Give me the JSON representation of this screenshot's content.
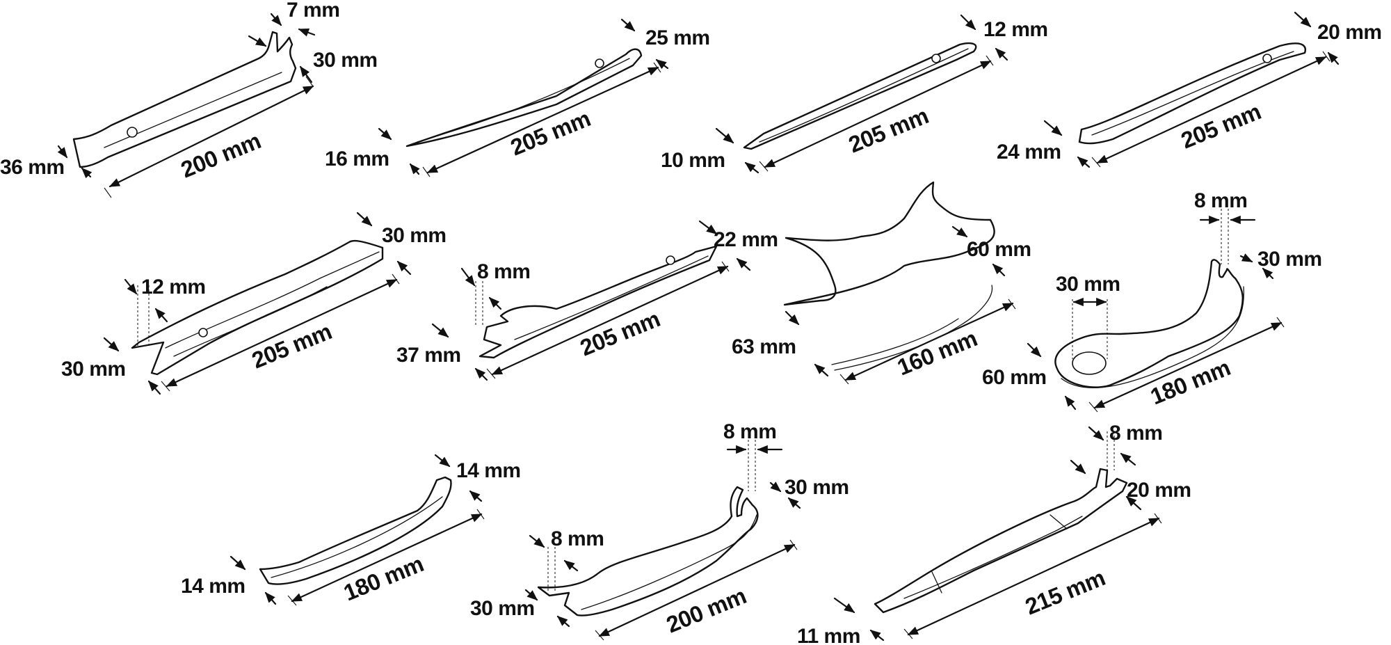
{
  "colors": {
    "line": "#111111",
    "fill": "#ffffff"
  },
  "tools": [
    {
      "name": "tool-1",
      "labels": {
        "slot": "7 mm",
        "fork": "30 mm",
        "end": "36 mm",
        "length": "200 mm"
      }
    },
    {
      "name": "tool-2",
      "labels": {
        "end": "25 mm",
        "tip": "16 mm",
        "length": "205 mm"
      }
    },
    {
      "name": "tool-3",
      "labels": {
        "end": "12 mm",
        "tip": "10 mm",
        "length": "205 mm"
      }
    },
    {
      "name": "tool-4",
      "labels": {
        "end": "20 mm",
        "tip": "24 mm",
        "length": "205 mm"
      }
    },
    {
      "name": "tool-5",
      "labels": {
        "end": "30 mm",
        "slot": "12 mm",
        "tip": "30 mm",
        "length": "205 mm"
      }
    },
    {
      "name": "tool-6",
      "labels": {
        "end": "22 mm",
        "slot": "8 mm",
        "tip": "37 mm",
        "length": "205 mm"
      }
    },
    {
      "name": "tool-7",
      "labels": {
        "end": "60 mm",
        "tip": "63 mm",
        "length": "160 mm"
      }
    },
    {
      "name": "tool-8",
      "labels": {
        "slot": "8 mm",
        "fork": "30 mm",
        "ring": "30 mm",
        "end": "60 mm",
        "length": "180 mm"
      }
    },
    {
      "name": "tool-9",
      "labels": {
        "end": "14 mm",
        "tip": "14 mm",
        "length": "180 mm"
      }
    },
    {
      "name": "tool-10",
      "labels": {
        "slot": "8 mm",
        "fork": "30 mm",
        "tip_slot": "8 mm",
        "tip": "30 mm",
        "length": "200 mm"
      }
    },
    {
      "name": "tool-11",
      "labels": {
        "slot": "8 mm",
        "fork": "20 mm",
        "tip": "11 mm",
        "length": "215 mm"
      }
    }
  ]
}
